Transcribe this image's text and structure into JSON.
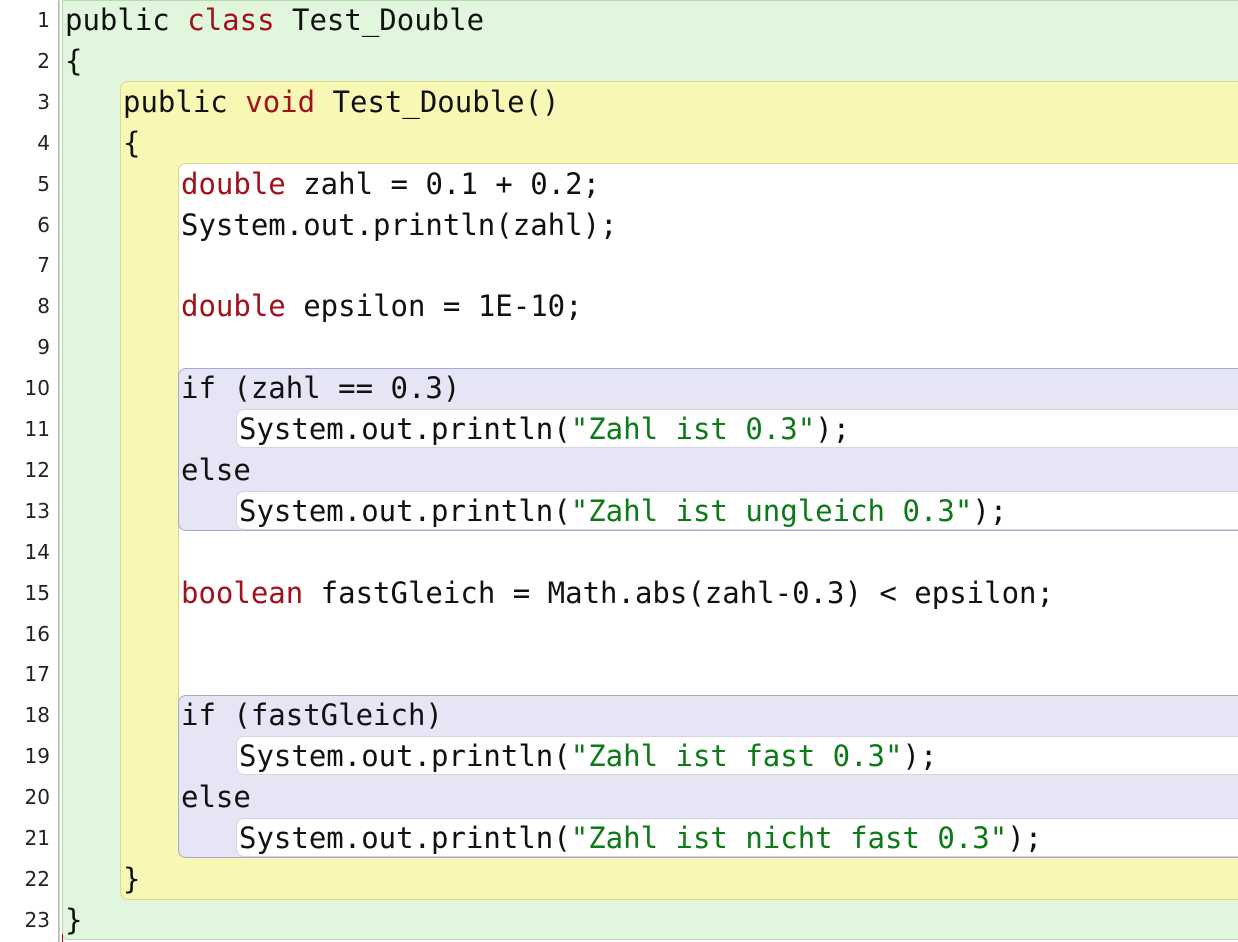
{
  "line_numbers": [
    "1",
    "2",
    "3",
    "4",
    "5",
    "6",
    "7",
    "8",
    "9",
    "10",
    "11",
    "12",
    "13",
    "14",
    "15",
    "16",
    "17",
    "18",
    "19",
    "20",
    "21",
    "22",
    "23"
  ],
  "lines": [
    {
      "tokens": [
        {
          "t": "public",
          "k": "plain"
        },
        {
          "t": " ",
          "k": "plain"
        },
        {
          "t": "class",
          "k": "kw"
        },
        {
          "t": " Test_Double",
          "k": "plain"
        }
      ]
    },
    {
      "tokens": [
        {
          "t": "{",
          "k": "plain"
        }
      ]
    },
    {
      "tokens": [
        {
          "t": "public",
          "k": "plain"
        },
        {
          "t": " ",
          "k": "plain"
        },
        {
          "t": "void",
          "k": "kw"
        },
        {
          "t": " Test_Double()",
          "k": "plain"
        }
      ]
    },
    {
      "tokens": [
        {
          "t": "{",
          "k": "plain"
        }
      ]
    },
    {
      "tokens": [
        {
          "t": "double",
          "k": "kw"
        },
        {
          "t": " zahl = 0.1 + 0.2;",
          "k": "plain"
        }
      ]
    },
    {
      "tokens": [
        {
          "t": "System.out.println(zahl);",
          "k": "plain"
        }
      ]
    },
    {
      "tokens": []
    },
    {
      "tokens": [
        {
          "t": "double",
          "k": "kw"
        },
        {
          "t": " epsilon = 1E-10;",
          "k": "plain"
        }
      ]
    },
    {
      "tokens": []
    },
    {
      "tokens": [
        {
          "t": "if",
          "k": "plain"
        },
        {
          "t": " (zahl == 0.3)",
          "k": "plain"
        }
      ]
    },
    {
      "tokens": [
        {
          "t": "System.out.println(",
          "k": "plain"
        },
        {
          "t": "\"Zahl ist 0.3\"",
          "k": "str"
        },
        {
          "t": ");",
          "k": "plain"
        }
      ]
    },
    {
      "tokens": [
        {
          "t": "else",
          "k": "plain"
        }
      ]
    },
    {
      "tokens": [
        {
          "t": "System.out.println(",
          "k": "plain"
        },
        {
          "t": "\"Zahl ist ungleich 0.3\"",
          "k": "str"
        },
        {
          "t": ");",
          "k": "plain"
        }
      ]
    },
    {
      "tokens": []
    },
    {
      "tokens": [
        {
          "t": "boolean",
          "k": "kw"
        },
        {
          "t": " fastGleich = Math.abs(zahl-0.3) < epsilon;",
          "k": "plain"
        }
      ]
    },
    {
      "tokens": []
    },
    {
      "tokens": []
    },
    {
      "tokens": [
        {
          "t": "if",
          "k": "plain"
        },
        {
          "t": " (fastGleich)",
          "k": "plain"
        }
      ]
    },
    {
      "tokens": [
        {
          "t": "System.out.println(",
          "k": "plain"
        },
        {
          "t": "\"Zahl ist fast 0.3\"",
          "k": "str"
        },
        {
          "t": ");",
          "k": "plain"
        }
      ]
    },
    {
      "tokens": [
        {
          "t": "else",
          "k": "plain"
        }
      ]
    },
    {
      "tokens": [
        {
          "t": "System.out.println(",
          "k": "plain"
        },
        {
          "t": "\"Zahl ist nicht fast 0.3\"",
          "k": "str"
        },
        {
          "t": ");",
          "k": "plain"
        }
      ]
    },
    {
      "tokens": [
        {
          "t": "}",
          "k": "plain"
        }
      ]
    },
    {
      "tokens": [
        {
          "t": "}",
          "k": "plain"
        }
      ]
    }
  ],
  "colors": {
    "keyword": "#a0111b",
    "string": "#0b7a17",
    "class_scope": "#e0f6dd",
    "method_scope": "#f8f8b4",
    "if_scope": "#e5e5f6"
  }
}
